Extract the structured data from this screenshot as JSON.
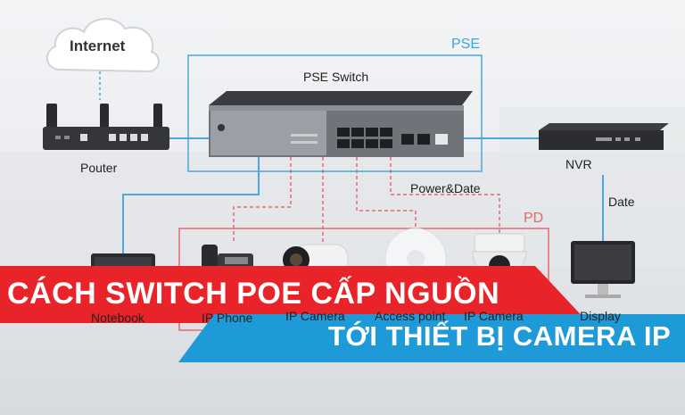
{
  "diagram": {
    "cloud_label": "Internet",
    "router_label": "Pouter",
    "switch_label": "PSE Switch",
    "pse_box_label": "PSE",
    "pd_box_label": "PD",
    "nvr_label": "NVR",
    "power_data_label": "Power&Date",
    "nvr_link_label": "Date",
    "devices": [
      {
        "label": "Notebook"
      },
      {
        "label": "IP Phone"
      },
      {
        "label": "IP Camera"
      },
      {
        "label": "Access point"
      },
      {
        "label": "IP Camera"
      },
      {
        "label": "Display"
      }
    ]
  },
  "banner": {
    "line1": "CÁCH SWITCH POE CẤP NGUỒN",
    "line2": "TỚI THIẾT BỊ CAMERA IP",
    "colors": {
      "red": "#e8232a",
      "blue": "#1e9ad8"
    }
  },
  "colors": {
    "pse_line": "#4aa8dc",
    "pd_line": "#e36b6b"
  }
}
